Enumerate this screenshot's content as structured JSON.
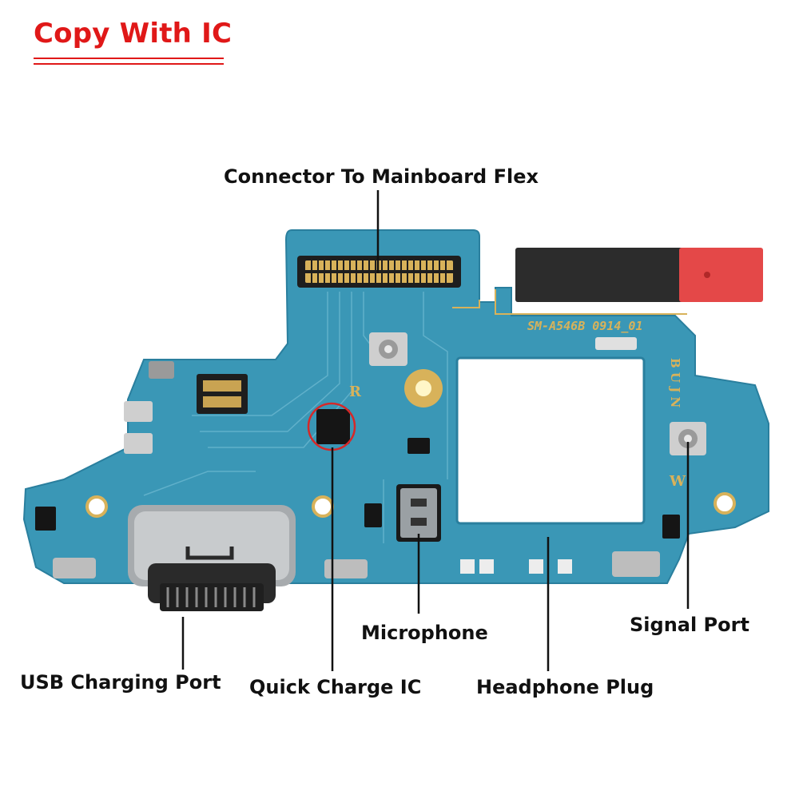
{
  "title": "Copy With IC",
  "colors": {
    "title": "#e01818",
    "pcb": "#3a97b6",
    "pcb_dark": "#2a7f9e",
    "gold": "#d8b25a",
    "flex": "#2c2c2c",
    "flex_tab": "#e44848"
  },
  "silkscreen": {
    "model": "SM-A546B 0914_01",
    "mark_r": "R",
    "mark_w": "W",
    "mark_side": "B U J N"
  },
  "labels": {
    "connector": "Connector To Mainboard Flex",
    "usb": "USB Charging Port",
    "qc_ic": "Quick Charge IC",
    "microphone": "Microphone",
    "headphone": "Headphone Plug",
    "signal": "Signal Port"
  }
}
